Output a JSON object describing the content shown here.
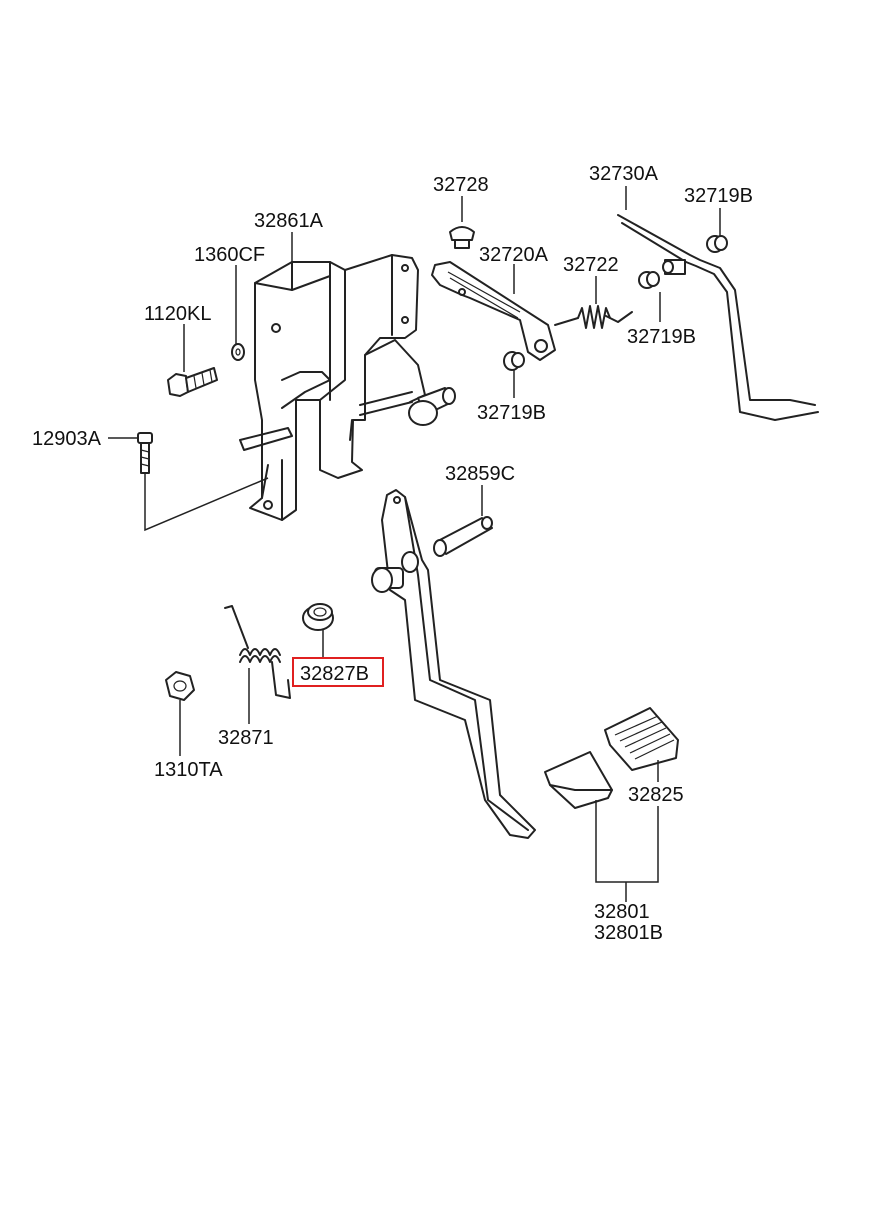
{
  "diagram": {
    "highlight_color": "#e02020",
    "labels": {
      "p32728": "32728",
      "p32730A": "32730A",
      "p32719B_top": "32719B",
      "p32861A": "32861A",
      "p1360CF": "1360CF",
      "p32720A": "32720A",
      "p32722": "32722",
      "p1120KL": "1120KL",
      "p32719B_mid": "32719B",
      "p32719B_low": "32719B",
      "p12903A": "12903A",
      "p32859C": "32859C",
      "p32827B": "32827B",
      "p32871": "32871",
      "p1310TA": "1310TA",
      "p32825": "32825",
      "p32801": "32801",
      "p32801B": "32801B"
    }
  }
}
